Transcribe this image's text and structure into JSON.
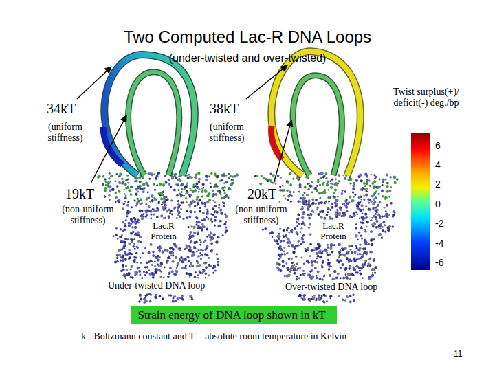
{
  "diagram": {
    "title": "Two Computed Lac-R DNA Loops",
    "nodes": [
      {
        "text": [
          "Strain energy of DNA loop shown in kT"
        ]
      }
    ],
    "labels": [
      "(under-twisted and over-twisted)",
      "34kT",
      "(uniform stiffness)",
      "38kT",
      "(uniform stiffness)",
      "Twist surplus(+)/ deficit(-) deg./bp",
      "6",
      "4",
      "2",
      "0",
      "-2",
      "-4",
      "-6",
      "19kT",
      "(non-uniform stiffness)",
      "Lac.R Protein",
      "20kT",
      "(non-uniform stiffness)",
      "Lac.R Protein",
      "Under-twisted DNA loop",
      "Over-twisted DNA loop",
      "k= Boltzmann constant and T = absolute room temperature in Kelvin",
      "11"
    ]
  }
}
